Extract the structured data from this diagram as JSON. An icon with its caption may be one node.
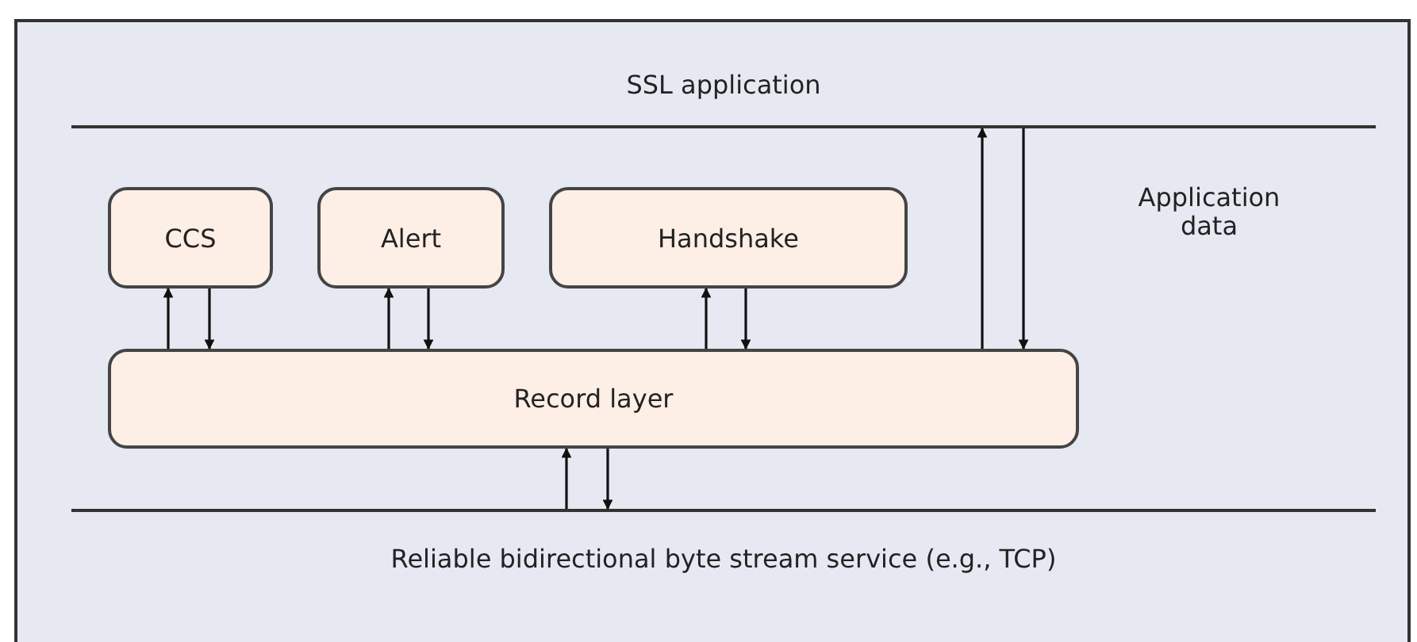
{
  "diagram": {
    "nodes": [
      {
        "text": [
          "SSL application"
        ]
      },
      {
        "text": [
          "CCS"
        ]
      },
      {
        "text": [
          "Alert"
        ]
      },
      {
        "text": [
          "Handshake"
        ]
      },
      {
        "text": [
          "Record layer"
        ]
      },
      {
        "text": [
          "Reliable bidirectional byte stream service (e.g., TCP)"
        ]
      }
    ],
    "edges": [
      {
        "from": 4,
        "to": 1,
        "arrow": "to"
      },
      {
        "from": 1,
        "to": 4,
        "arrow": "to"
      },
      {
        "from": 4,
        "to": 2,
        "arrow": "to"
      },
      {
        "from": 2,
        "to": 4,
        "arrow": "to"
      },
      {
        "from": 4,
        "to": 3,
        "arrow": "to"
      },
      {
        "from": 3,
        "to": 4,
        "arrow": "to"
      },
      {
        "from": 4,
        "to": 0,
        "arrow": "to"
      },
      {
        "from": 0,
        "to": 4,
        "arrow": "to"
      },
      {
        "from": 5,
        "to": 4,
        "arrow": "to"
      },
      {
        "from": 4,
        "to": 5,
        "arrow": "to"
      }
    ],
    "labels": [
      "Application data"
    ]
  }
}
